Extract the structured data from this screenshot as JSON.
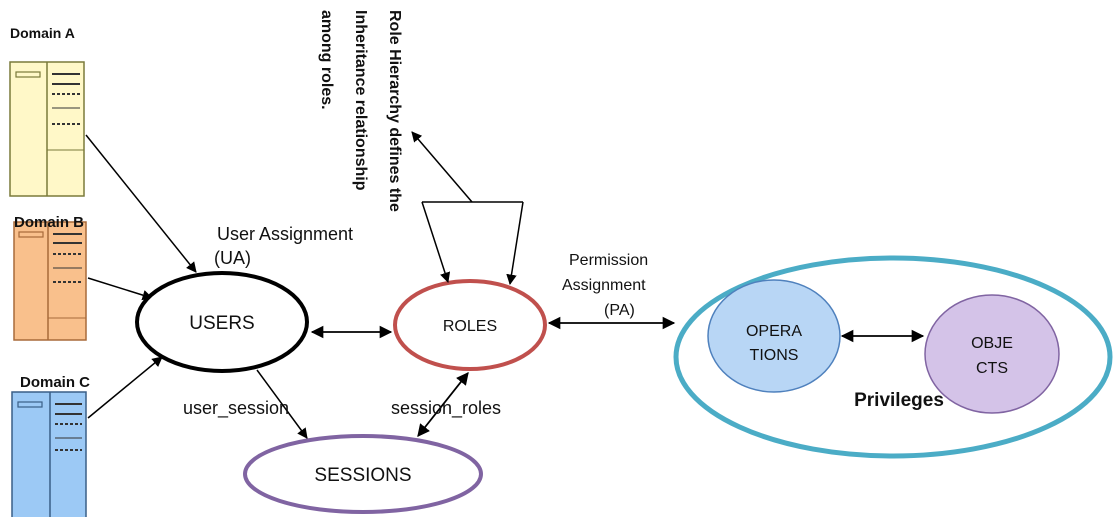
{
  "domains": [
    {
      "id": "a",
      "label": "Domain A",
      "fill": "#fff8c8",
      "stroke": "#7a7a3a"
    },
    {
      "id": "b",
      "label": "Domain B",
      "fill": "#f9c08c",
      "stroke": "#a86a3a"
    },
    {
      "id": "c",
      "label": "Domain C",
      "fill": "#9cc9f5",
      "stroke": "#3a5f87"
    }
  ],
  "nodes": {
    "users": "USERS",
    "roles": "ROLES",
    "sessions": "SESSIONS",
    "operations_line1": "OPERA",
    "operations_line2": "TIONS",
    "objects_line1": "OBJE",
    "objects_line2": "CTS",
    "privileges": "Privileges"
  },
  "edges": {
    "user_assignment_line1": "User Assignment",
    "user_assignment_line2": "(UA)",
    "permission_assignment_line1": "Permission",
    "permission_assignment_line2": "Assignment",
    "permission_assignment_line3": "(PA)",
    "user_session": "user_session",
    "session_roles": "session_roles"
  },
  "role_hierarchy_note": {
    "line1": "Role Hierarchy defines the",
    "line2": "Inheritance relationship",
    "line3": "among roles."
  },
  "colors": {
    "users_stroke": "#000000",
    "roles_stroke": "#c0504d",
    "sessions_stroke": "#8064a2",
    "privileges_stroke": "#4bacc6",
    "operations_fill": "#b8d6f5",
    "operations_stroke": "#4f81bd",
    "objects_fill": "#d4c3e8",
    "objects_stroke": "#8064a2"
  }
}
